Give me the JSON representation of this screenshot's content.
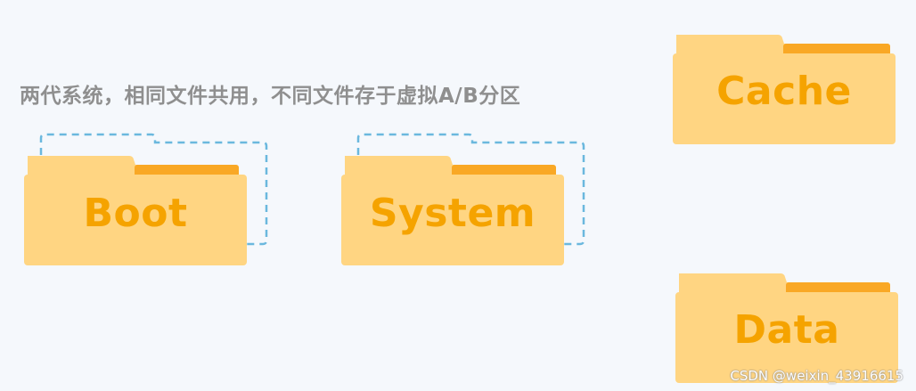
{
  "caption": "两代系统，相同文件共用，不同文件存于虚拟A/B分区",
  "folders": {
    "boot": "Boot",
    "system": "System",
    "cache": "Cache",
    "data": "Data"
  },
  "watermark": "CSDN @weixin_43916615",
  "colors": {
    "background": "#f5f8fc",
    "folder_body": "#ffd582",
    "folder_tab_back": "#ffd582",
    "folder_strip": "#f9a825",
    "folder_label": "#f5a300",
    "dashed_outline": "#6bb8de",
    "caption_text": "#8f8f8f"
  }
}
